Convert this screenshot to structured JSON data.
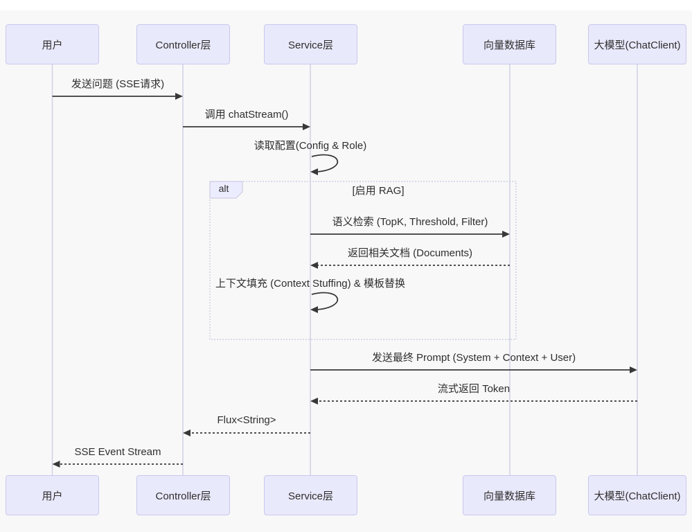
{
  "diagram": {
    "type": "sequence-diagram",
    "participants": [
      {
        "id": "user",
        "label": "用户"
      },
      {
        "id": "controller",
        "label": "Controller层"
      },
      {
        "id": "service",
        "label": "Service层"
      },
      {
        "id": "vectordb",
        "label": "向量数据库"
      },
      {
        "id": "llm",
        "label": "大模型(ChatClient)"
      }
    ],
    "messages": [
      {
        "label": "发送问题 (SSE请求)",
        "from": "用户",
        "to": "Controller层",
        "style": "solid"
      },
      {
        "label": "调用 chatStream()",
        "from": "Controller层",
        "to": "Service层",
        "style": "solid"
      },
      {
        "label": "读取配置(Config & Role)",
        "from": "Service层",
        "to": "Service层",
        "style": "self"
      },
      {
        "label": "语义检索 (TopK, Threshold, Filter)",
        "from": "Service层",
        "to": "向量数据库",
        "style": "solid"
      },
      {
        "label": "返回相关文档 (Documents)",
        "from": "向量数据库",
        "to": "Service层",
        "style": "dashed"
      },
      {
        "label": "上下文填充 (Context Stuffing) & 模板替换",
        "from": "Service层",
        "to": "Service层",
        "style": "self"
      },
      {
        "label": "发送最终 Prompt (System + Context + User)",
        "from": "Service层",
        "to": "大模型(ChatClient)",
        "style": "solid"
      },
      {
        "label": "流式返回 Token",
        "from": "大模型(ChatClient)",
        "to": "Service层",
        "style": "dashed"
      },
      {
        "label": "Flux<String>",
        "from": "Service层",
        "to": "Controller层",
        "style": "dashed"
      },
      {
        "label": "SSE Event Stream",
        "from": "Controller层",
        "to": "用户",
        "style": "dashed"
      }
    ],
    "alt_block": {
      "label": "alt",
      "condition": "[启用 RAG]"
    },
    "colors": {
      "background": "#f8f8f8",
      "actor_fill": "#e9e9fc",
      "actor_border": "#c8c8ee",
      "lifeline": "#cfcfe6",
      "arrow": "#383838",
      "text": "#2e2e2e",
      "alt_frame_border": "#c6c6e2",
      "alt_label_fill": "#ececff"
    }
  }
}
